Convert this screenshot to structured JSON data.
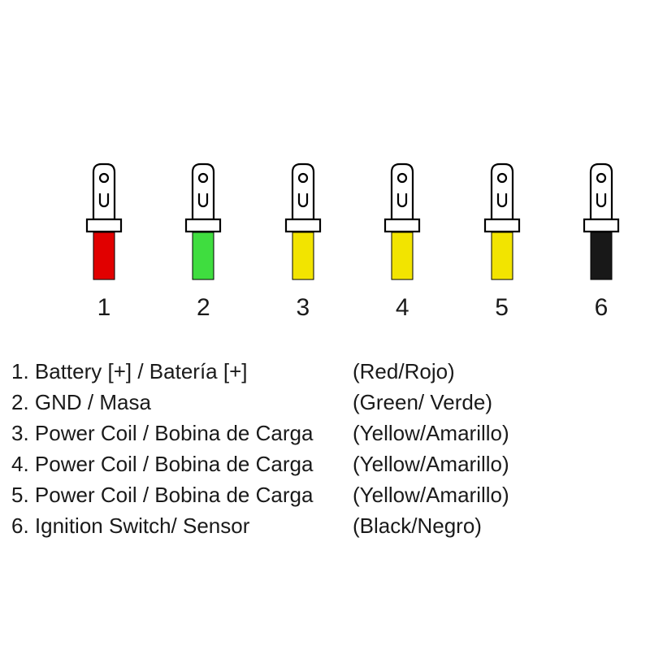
{
  "connectors": [
    {
      "number": "1",
      "color_name": "red",
      "color_hex": "#e10000"
    },
    {
      "number": "2",
      "color_name": "green",
      "color_hex": "#3fdd3f"
    },
    {
      "number": "3",
      "color_name": "yellow",
      "color_hex": "#f2e400"
    },
    {
      "number": "4",
      "color_name": "yellow",
      "color_hex": "#f2e400"
    },
    {
      "number": "5",
      "color_name": "yellow",
      "color_hex": "#f2e400"
    },
    {
      "number": "6",
      "color_name": "black",
      "color_hex": "#181818"
    }
  ],
  "legend": {
    "rows": [
      {
        "label": "1. Battery [+] / Batería [+]",
        "color": "(Red/Rojo)"
      },
      {
        "label": "2. GND / Masa",
        "color": "(Green/ Verde)"
      },
      {
        "label": "3. Power Coil / Bobina de Carga",
        "color": "(Yellow/Amarillo)"
      },
      {
        "label": "4. Power Coil / Bobina de Carga",
        "color": "(Yellow/Amarillo)"
      },
      {
        "label": "5. Power Coil / Bobina de Carga",
        "color": "(Yellow/Amarillo)"
      },
      {
        "label": "6. Ignition Switch/ Sensor",
        "color": "(Black/Negro)"
      }
    ]
  }
}
